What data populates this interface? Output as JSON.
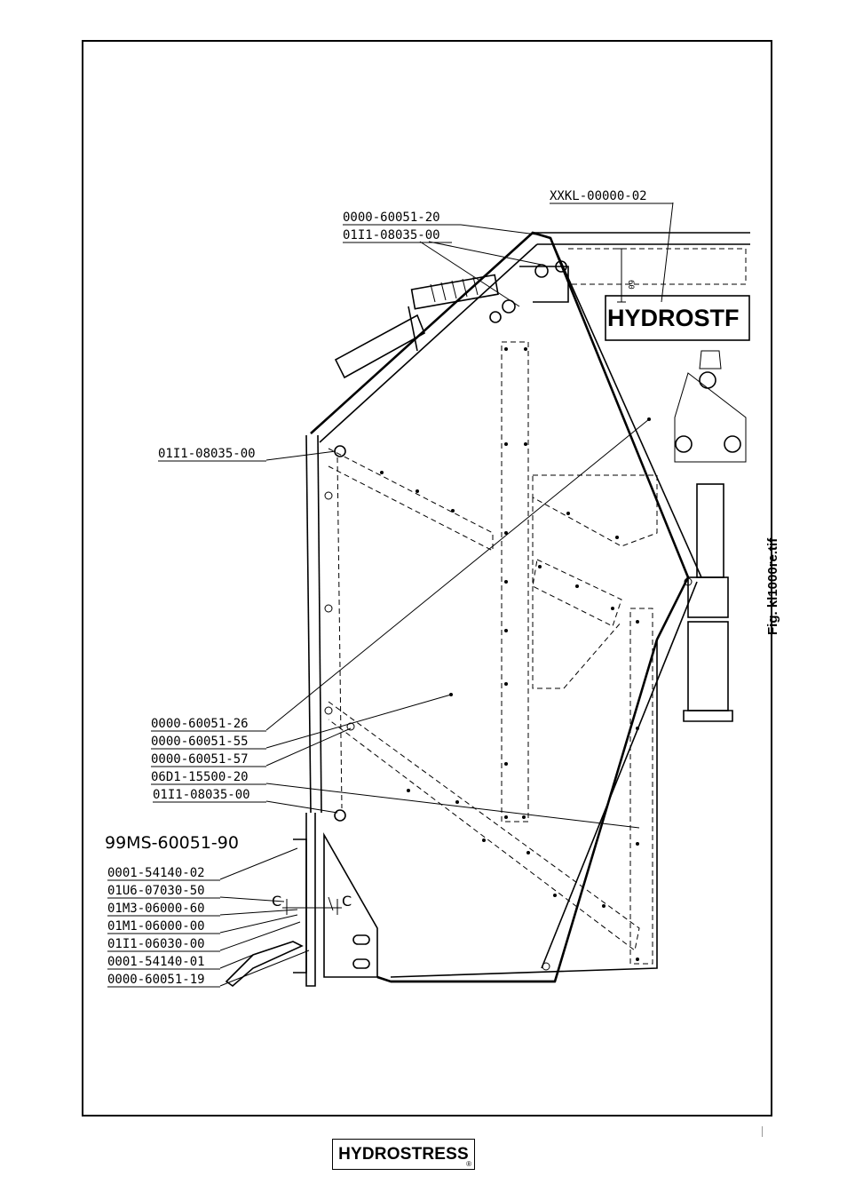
{
  "diagram": {
    "labels_left": [
      "0000-60051-20",
      "01I1-08035-00",
      "01I1-08035-00",
      "0000-60051-26",
      "0000-60051-55",
      "0000-60051-57",
      "06D1-15500-20",
      "01I1-08035-00",
      "0001-54140-02",
      "01U6-07030-50",
      "01M3-06000-60",
      "01M1-06000-00",
      "01I1-06030-00",
      "0001-54140-01",
      "0000-60051-19"
    ],
    "label_top": "XXKL-00000-02",
    "assembly_label": "99MS-60051-90",
    "section_mark_left": "C",
    "section_mark_right": "C",
    "dimension_label": "60",
    "plate_text": "HYDROSTF"
  },
  "figure_caption": "Fig. kl1000re.tif",
  "footer": {
    "logo_text": "HYDROSTRESS",
    "logo_mark": "®"
  }
}
